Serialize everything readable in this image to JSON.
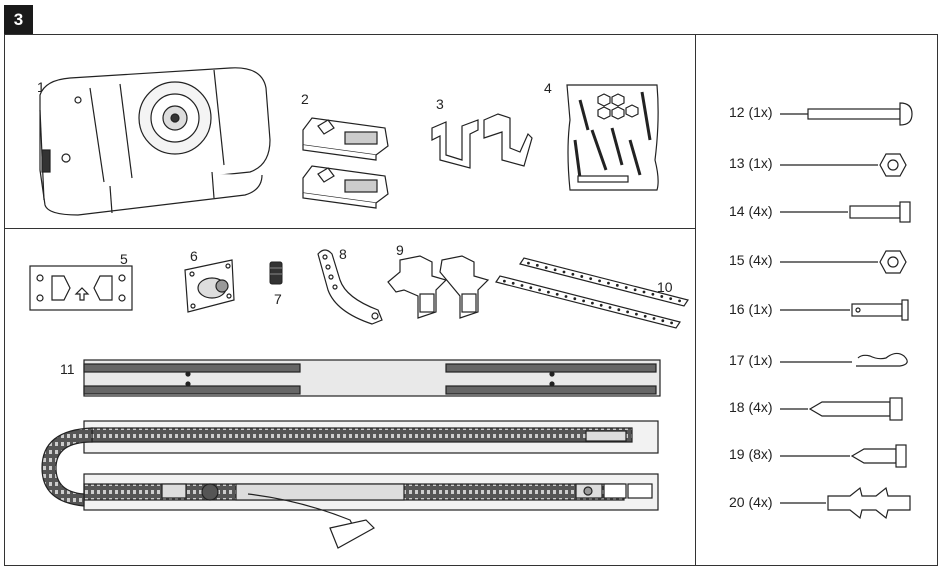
{
  "step": "3",
  "parts": [
    {
      "num": "1"
    },
    {
      "num": "2"
    },
    {
      "num": "3"
    },
    {
      "num": "4"
    },
    {
      "num": "5"
    },
    {
      "num": "6"
    },
    {
      "num": "7"
    },
    {
      "num": "8"
    },
    {
      "num": "9"
    },
    {
      "num": "10"
    },
    {
      "num": "11"
    }
  ],
  "hardware": [
    {
      "num": "12",
      "qty": "(1x)"
    },
    {
      "num": "13",
      "qty": "(1x)"
    },
    {
      "num": "14",
      "qty": "(4x)"
    },
    {
      "num": "15",
      "qty": "(4x)"
    },
    {
      "num": "16",
      "qty": "(1x)"
    },
    {
      "num": "17",
      "qty": "(1x)"
    },
    {
      "num": "18",
      "qty": "(4x)"
    },
    {
      "num": "19",
      "qty": "(8x)"
    },
    {
      "num": "20",
      "qty": "(4x)"
    }
  ]
}
